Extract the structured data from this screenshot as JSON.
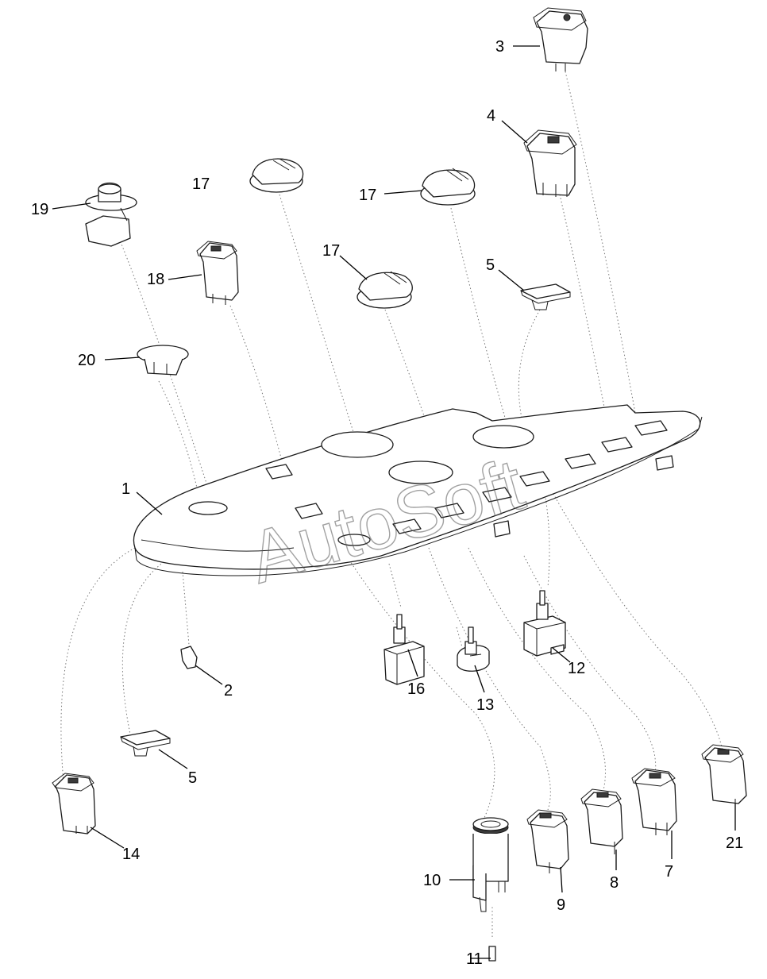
{
  "labels": {
    "p1": "1",
    "p2": "2",
    "p3": "3",
    "p4": "4",
    "p5a": "5",
    "p5b": "5",
    "p7": "7",
    "p8": "8",
    "p9": "9",
    "p10": "10",
    "p11": "11",
    "p12": "12",
    "p13": "13",
    "p14": "14",
    "p16": "16",
    "p17a": "17",
    "p17b": "17",
    "p17c": "17",
    "p18": "18",
    "p19": "19",
    "p20": "20",
    "p21": "21"
  },
  "watermark": "AutoSoft"
}
